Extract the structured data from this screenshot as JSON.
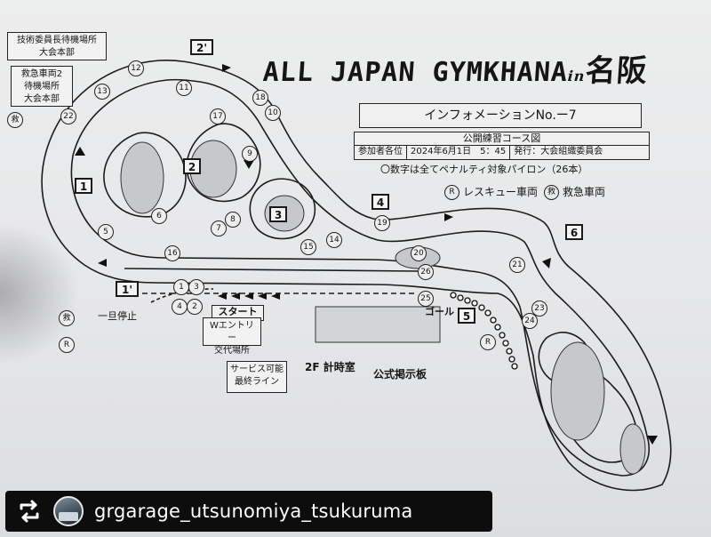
{
  "event": {
    "title_main": "ALL JAPAN GYMKHANA",
    "title_in": "in",
    "title_city": "名阪"
  },
  "info": {
    "title": "インフォメーションNo.ー7",
    "subtitle": "公開練習コース図",
    "to": "参加者各位",
    "date": "2024年6月1日　5：45",
    "issuer": "発行：大会組織委員会",
    "note": "〇数字は全てペナルティ対象パイロン（26本）"
  },
  "legend": {
    "rescue_mark": "R",
    "rescue_label": "レスキュー車両",
    "ambulance_mark": "救",
    "ambulance_label": "救急車両"
  },
  "boxes": {
    "tech_officials": [
      "技術委員長待機場所",
      "大会本部"
    ],
    "ambulance2": [
      "救急車両2",
      "待機場所",
      "大会本部"
    ]
  },
  "sections": [
    "1",
    "2",
    "2'",
    "3",
    "4",
    "5",
    "6",
    "1'"
  ],
  "labels": {
    "stop": "一旦停止",
    "start": "スタート",
    "w_entry": [
      "Wエントリー",
      "交代場所"
    ],
    "service": [
      "サービス可能",
      "最終ライン"
    ],
    "timing_room": "2F 計時室",
    "notice_board": "公式掲示板",
    "goal": "ゴール",
    "ambulance_mark": "救",
    "rescue_mark": "R"
  },
  "pylons": [
    "1",
    "2",
    "3",
    "4",
    "5",
    "6",
    "7",
    "8",
    "9",
    "10",
    "11",
    "12",
    "13",
    "14",
    "15",
    "16",
    "17",
    "18",
    "19",
    "20",
    "21",
    "22",
    "23",
    "24",
    "25",
    "26"
  ],
  "repost": {
    "username": "grgarage_utsunomiya_tsukuruma"
  }
}
